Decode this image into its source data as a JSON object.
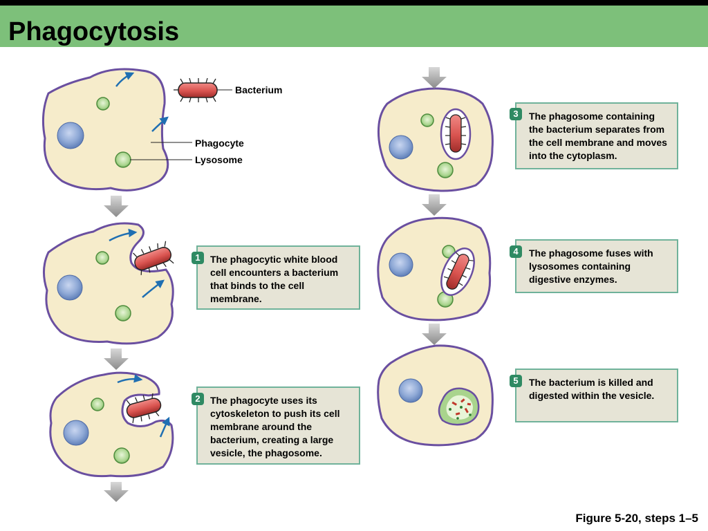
{
  "title": "Phagocytosis",
  "labels": {
    "bacterium": "Bacterium",
    "phagocyte": "Phagocyte",
    "lysosome": "Lysosome"
  },
  "steps": [
    {
      "number": "1",
      "text": "The phagocytic white blood cell encounters a bacterium that binds to the cell membrane."
    },
    {
      "number": "2",
      "text": "The phagocyte uses its cytoskeleton to push its cell membrane around the bacterium, creating a large vesicle, the phagosome."
    },
    {
      "number": "3",
      "text": "The phagosome containing the bacterium separates from the cell membrane and moves into the cytoplasm."
    },
    {
      "number": "4",
      "text": "The phagosome fuses with lysosomes containing digestive enzymes."
    },
    {
      "number": "5",
      "text": "The bacterium is killed and digested within the vesicle."
    }
  ],
  "caption": "Figure 5-20, steps 1–5",
  "colors": {
    "title_bar": "#7dc07a",
    "cell_fill": "#f6eccb",
    "cell_outline": "#6a4fa0",
    "nucleus": "#8fa9d6",
    "lysosome": "#a9d48d",
    "bacterium": "#d9534f",
    "arrow": "#1f6fb2",
    "step_box_bg": "#e6e4d6",
    "step_box_border": "#6fb29a",
    "badge": "#2f8a63"
  }
}
